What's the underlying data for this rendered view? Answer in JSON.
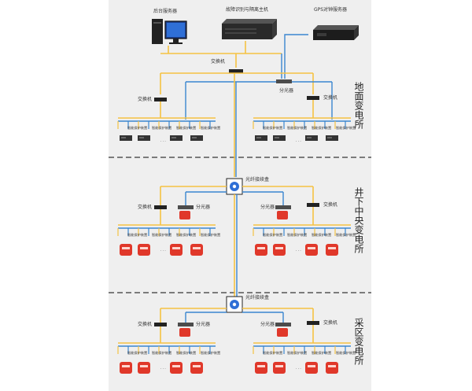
{
  "colors": {
    "panel": "#efefef",
    "trunk": "#f5c242",
    "link": "#3a86d0",
    "device_red": "#e0382a",
    "dashed": "#555555"
  },
  "surface": {
    "top_servers": [
      {
        "label": "后台服务器",
        "icon": "desktop-computer-icon"
      },
      {
        "label": "故障识别与隔离主机",
        "icon": "rack-server-icon"
      },
      {
        "label": "GPS对钟服务器",
        "icon": "gps-server-icon"
      }
    ],
    "core_switch_label": "交换机",
    "splitter_label": "分光器",
    "left_switch_label": "交换机",
    "right_switch_label": "交换机",
    "zone_label": "地面变电所"
  },
  "underground": {
    "fiber_box_label": "光纤接续盒",
    "left_switch_label": "交换机",
    "left_splitter_label": "分光器",
    "right_splitter_label": "分光器",
    "right_switch_label": "交换机",
    "zone_label": "井下中央变电所"
  },
  "mining": {
    "fiber_box_label": "光纤接续盒",
    "left_switch_label": "交换机",
    "left_splitter_label": "分光器",
    "right_splitter_label": "分光器",
    "right_switch_label": "交换机",
    "zone_label": "采区变电所"
  },
  "protection_device_label": "智能保护装置",
  "ellipsis": "· · ·"
}
